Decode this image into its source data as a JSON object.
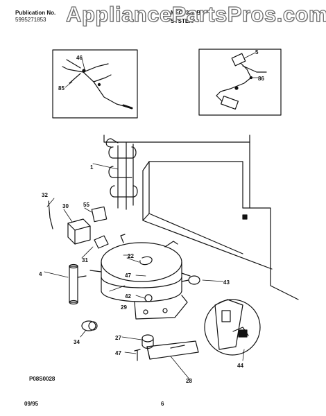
{
  "header": {
    "publication_label": "Publication No.",
    "publication_number": "5995271853",
    "model": "MFC23M4B",
    "section_title": "SYSTEM"
  },
  "watermark": "AppliancePartsPros.com",
  "callouts": {
    "c1": "1",
    "c4": "4",
    "c5": "5",
    "c22": "22",
    "c27": "27",
    "c28": "28",
    "c29": "29",
    "c30": "30",
    "c31": "31",
    "c32": "32",
    "c34": "34",
    "c42": "42",
    "c43": "43",
    "c44": "44",
    "c46": "46",
    "c47a": "47",
    "c47b": "47",
    "c55": "55",
    "c85": "85",
    "c86": "86"
  },
  "footer": {
    "diagram_code": "P08S0028",
    "date": "09/95",
    "page_number": "6"
  }
}
